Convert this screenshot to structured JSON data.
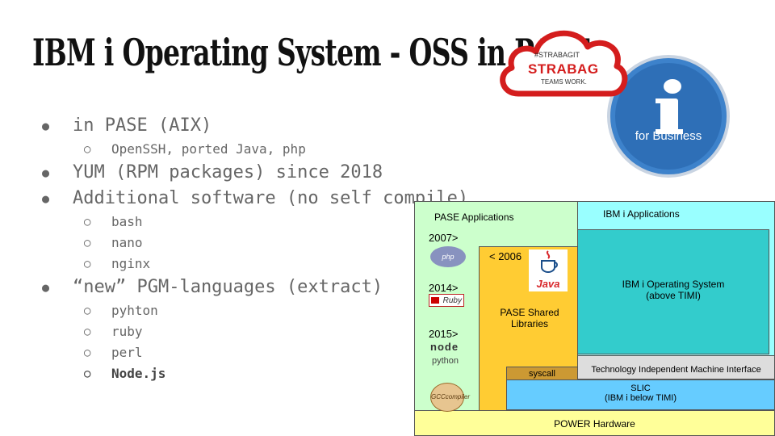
{
  "slide": {
    "title": "IBM i Operating System - OSS in PASE",
    "bullets": [
      {
        "text": "in PASE (AIX)",
        "children": [
          "OpenSSH, ported Java, php"
        ]
      },
      {
        "text": "YUM (RPM packages) since 2018",
        "children": []
      },
      {
        "text": "Additional software (no self compile)",
        "children": [
          "bash",
          "nano",
          "nginx"
        ]
      },
      {
        "text": "“new” PGM-languages (extract)",
        "children": [
          "pyhton",
          "ruby",
          "perl",
          "Node.js"
        ]
      }
    ]
  },
  "logos": {
    "strabag_hashtag": "#STRABAGIT",
    "strabag_name": "STRABAG",
    "strabag_slogan": "TEAMS WORK.",
    "ibm_i_text": "for Business"
  },
  "diagram": {
    "pase_applications": "PASE Applications",
    "ibm_i_applications": "IBM i Applications",
    "year_2007": "2007>",
    "year_2014": "2014>",
    "year_2015": "2015>",
    "before_2006": "< 2006",
    "pase_shared_libraries": "PASE Shared Libraries",
    "ibm_i_os": "IBM i Operating System",
    "ibm_i_os_sub": "(above TIMI)",
    "syscall": "syscall",
    "timi": "Technology Independent Machine Interface",
    "slic": "SLIC",
    "slic_sub": "(IBM i below TIMI)",
    "power_hardware": "POWER Hardware",
    "logo_php": "php",
    "logo_ruby": "Ruby",
    "logo_node": "node",
    "logo_python": "python",
    "logo_gcc": "GCCcompiler",
    "logo_java": "Java",
    "colors": {
      "pase_green": "#ccffcc",
      "ibm_cyan": "#99ffff",
      "os_teal": "#33cccc",
      "shared_libs_yellow": "#ffcc33",
      "syscall_gold": "#cc9933",
      "timi_grey": "#dddddd",
      "slic_blue": "#66ccff",
      "hardware_yellow": "#ffff99"
    }
  }
}
